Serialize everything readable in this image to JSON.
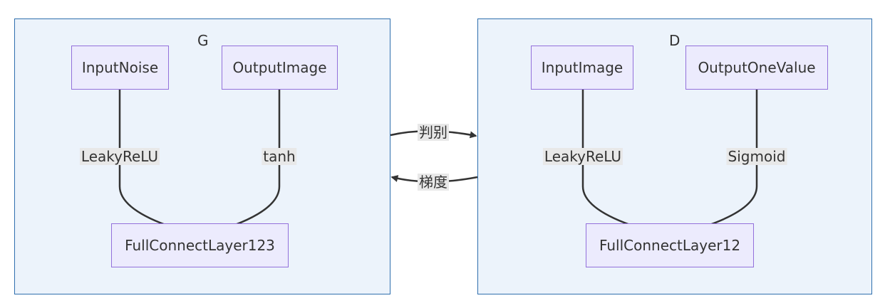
{
  "diagram": {
    "clusters": {
      "generator": {
        "title": "G",
        "nodes": {
          "input_noise": "InputNoise",
          "output_image": "OutputImage",
          "full_connect": "FullConnectLayer123"
        },
        "edge_labels": {
          "activation_input": "LeakyReLU",
          "activation_output": "tanh"
        }
      },
      "discriminator": {
        "title": "D",
        "nodes": {
          "input_image": "InputImage",
          "output_value": "OutputOneValue",
          "full_connect": "FullConnectLayer12"
        },
        "edge_labels": {
          "activation_input": "LeakyReLU",
          "activation_output": "Sigmoid"
        }
      }
    },
    "links": {
      "discriminate": "判别",
      "gradient": "梯度"
    },
    "colors": {
      "cluster_fill": "#ecf3fb",
      "cluster_border": "#2f6fae",
      "node_fill": "#ecebfd",
      "node_border": "#9370db",
      "edge": "#333333",
      "label_bg": "#e8e8e8"
    }
  }
}
